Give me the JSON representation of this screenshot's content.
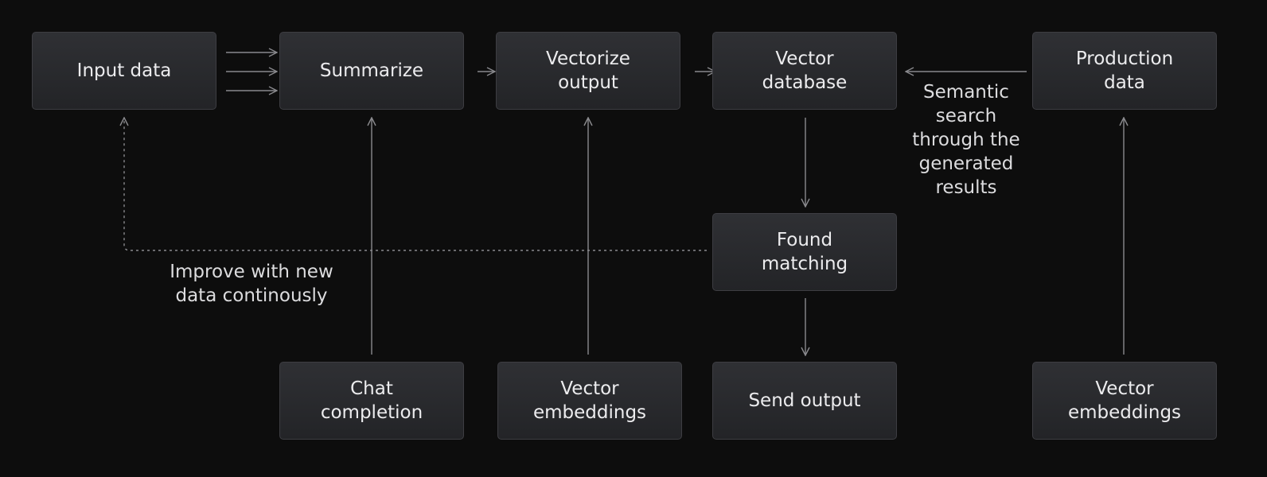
{
  "nodes": {
    "input_data": "Input data",
    "summarize": "Summarize",
    "vectorize_output": "Vectorize\noutput",
    "vector_database": "Vector\ndatabase",
    "production_data": "Production\ndata",
    "found_matching": "Found\nmatching",
    "chat_completion": "Chat\ncompletion",
    "vector_embeddings_left": "Vector\nembeddings",
    "send_output": "Send output",
    "vector_embeddings_right": "Vector\nembeddings"
  },
  "edge_labels": {
    "semantic_search": "Semantic\nsearch\nthrough the\ngenerated\nresults",
    "improve": "Improve with new\ndata continously"
  },
  "colors": {
    "background": "#0d0d0d",
    "node_fill": "#2a2b2e",
    "node_border": "#3d3d42",
    "text": "#ececee",
    "connector": "#8a8a8e"
  }
}
